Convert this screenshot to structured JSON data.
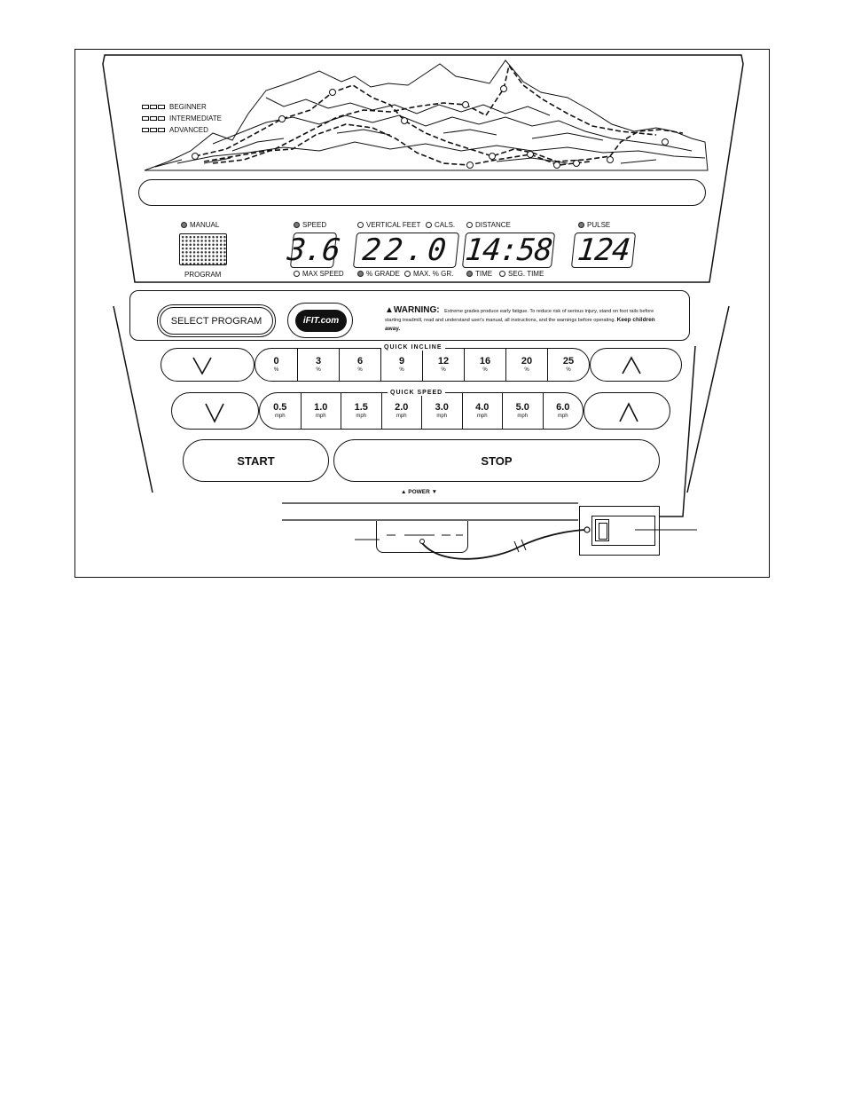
{
  "legend": {
    "beginner": "BEGINNER",
    "intermediate": "INTERMEDIATE",
    "advanced": "ADVANCED"
  },
  "indicators": {
    "manual": "MANUAL",
    "program": "PROGRAM",
    "speed": "SPEED",
    "max_speed": "MAX SPEED",
    "vertical_feet": "VERTICAL FEET",
    "cals": "CALS.",
    "grade": "% GRADE",
    "max_grade": "MAX. % GR.",
    "distance": "DISTANCE",
    "time": "TIME",
    "seg_time": "SEG. TIME",
    "pulse": "PULSE"
  },
  "displays": {
    "speed": "3.6",
    "grade": "22.0",
    "time": "14:58",
    "pulse": "124"
  },
  "console": {
    "select_program": "SELECT PROGRAM",
    "logo_text": "iFIT.com",
    "warning_head": "▲WARNING:",
    "warning_line1": "Extreme grades produce early fatigue. To reduce risk of serious injury,",
    "warning_line2": "stand on foot rails before starting treadmill, read and understand user's manual, all instructions, and",
    "warning_line3": "the warnings before operating.",
    "warning_emph": "Keep children away."
  },
  "quick_incline": {
    "title": "QUICK INCLINE",
    "values": [
      "0",
      "3",
      "6",
      "9",
      "12",
      "16",
      "20",
      "25"
    ],
    "unit": "%",
    "down": "\\/",
    "up": "/\\"
  },
  "quick_speed": {
    "title": "QUICK SPEED",
    "values": [
      "0.5",
      "1.0",
      "1.5",
      "2.0",
      "3.0",
      "4.0",
      "5.0",
      "6.0"
    ],
    "unit": "mph",
    "down": "\\/",
    "up": "/\\"
  },
  "controls": {
    "start": "START",
    "stop": "STOP",
    "power": "▲ POWER ▼"
  }
}
